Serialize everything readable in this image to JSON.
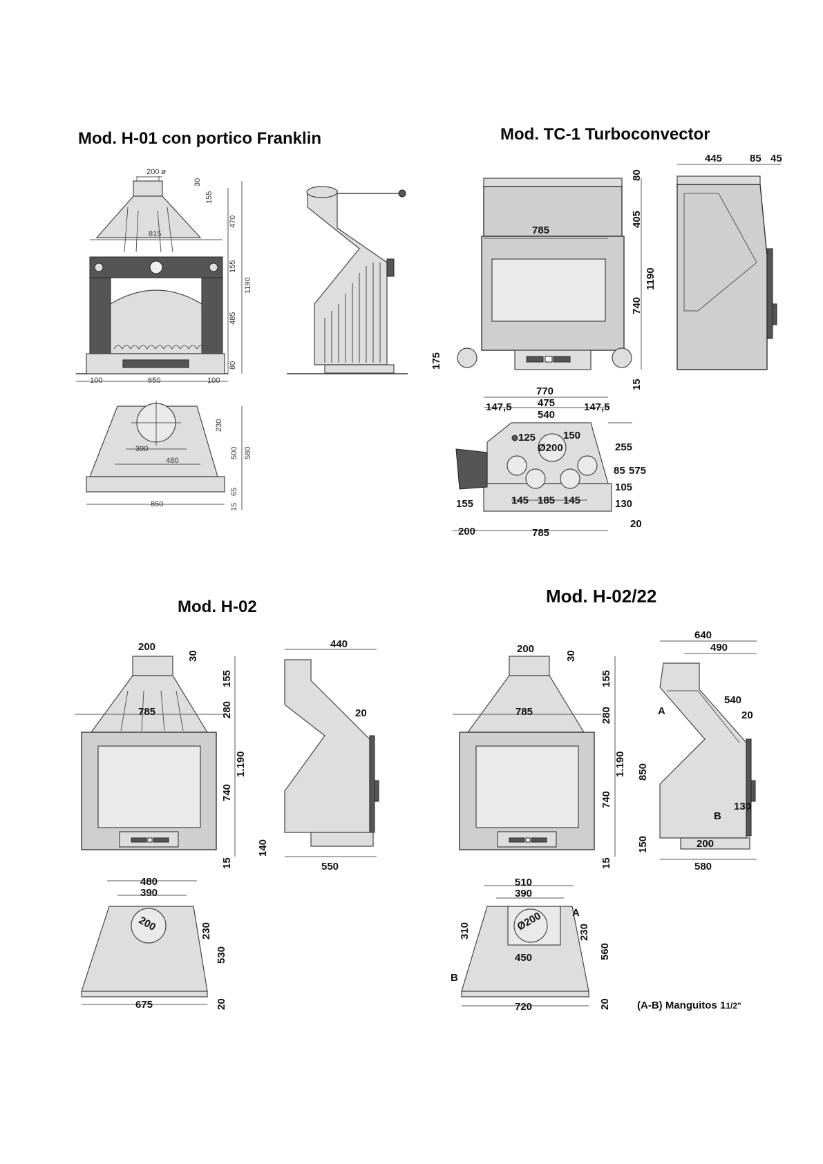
{
  "titles": {
    "h01": "Mod. H-01 con portico Franklin",
    "tc1": "Mod. TC-1 Turboconvector",
    "h02": "Mod. H-02",
    "h0222": "Mod. H-02/22"
  },
  "h01": {
    "front": {
      "d200": "200 ø",
      "d30": "30",
      "d155a": "155",
      "d470": "470",
      "d815": "815",
      "d155b": "155",
      "d1190": "1190",
      "d485": "485",
      "d80": "80",
      "d100a": "100",
      "d650": "650",
      "d100b": "100"
    },
    "top": {
      "d230": "230",
      "d500": "500",
      "d580": "580",
      "d390": "390",
      "d480": "480",
      "d65": "65",
      "d15": "15",
      "d850": "850"
    }
  },
  "tc1": {
    "front": {
      "d80": "80",
      "d405": "405",
      "d785": "785",
      "d1190": "1190",
      "d740": "740",
      "d175": "175",
      "d15": "15"
    },
    "side": {
      "d445": "445",
      "d85": "85",
      "d45": "45"
    },
    "top": {
      "d770": "770",
      "d147a": "147,5",
      "d475": "475",
      "d147b": "147,5",
      "d540": "540",
      "d125": "125",
      "d150": "150",
      "d200": "Ø200",
      "d255": "255",
      "d85": "85",
      "d575": "575",
      "d105": "105",
      "d145a": "145",
      "d185": "185",
      "d145b": "145",
      "d130": "130",
      "d155": "155",
      "d20": "20",
      "d200b": "200",
      "d785": "785"
    }
  },
  "h02": {
    "front": {
      "d200": "200",
      "d30": "30",
      "d155": "155",
      "d280": "280",
      "d785": "785",
      "d1190": "1.190",
      "d740": "740",
      "d15": "15"
    },
    "side": {
      "d440": "440",
      "d20": "20",
      "d140": "140",
      "d550": "550"
    },
    "top": {
      "d480": "480",
      "d390": "390",
      "d200": "200",
      "d230": "230",
      "d530": "530",
      "d675": "675",
      "d20": "20"
    }
  },
  "h0222": {
    "front": {
      "d200": "200",
      "d30": "30",
      "d155": "155",
      "d280": "280",
      "d785": "785",
      "d1190": "1.190",
      "d740": "740",
      "d15": "15"
    },
    "side": {
      "d640": "640",
      "d490": "490",
      "d540": "540",
      "d20": "20",
      "a": "A",
      "d850": "850",
      "d130": "130",
      "b": "B",
      "d150": "150",
      "d200": "200",
      "d580": "580"
    },
    "top": {
      "d510": "510",
      "d390": "390",
      "d310": "310",
      "d200": "Ø200",
      "a": "A",
      "d230": "230",
      "d450": "450",
      "d560": "560",
      "b": "B",
      "d720": "720",
      "d20": "20"
    }
  },
  "note": {
    "prefix": "(A-B) Manguitos 1",
    "frac": "1/2\""
  }
}
